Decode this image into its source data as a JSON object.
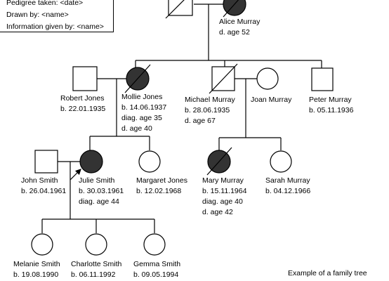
{
  "info_box": {
    "pedigree_taken": "Pedigree taken: <date>",
    "drawn_by": "Drawn by: <name>",
    "information_given_by": "Information given by: <name>"
  },
  "people": {
    "alice_murray": {
      "name": "Alice Murray",
      "lines": [
        "d. age 52"
      ]
    },
    "robert_jones": {
      "name": "Robert Jones",
      "lines": [
        "b. 22.01.1935"
      ]
    },
    "mollie_jones": {
      "name": "Mollie Jones",
      "lines": [
        "b. 14.06.1937",
        "diag. age 35",
        "d. age 40"
      ]
    },
    "michael_murray": {
      "name": "Michael Murray",
      "lines": [
        "b. 28.06.1935",
        "d. age 67"
      ]
    },
    "joan_murray": {
      "name": "Joan Murray",
      "lines": []
    },
    "peter_murray": {
      "name": "Peter Murray",
      "lines": [
        "b. 05.11.1936"
      ]
    },
    "john_smith": {
      "name": "John Smith",
      "lines": [
        "b. 26.04.1961"
      ]
    },
    "julie_smith": {
      "name": "Julie Smith",
      "lines": [
        "b. 30.03.1961",
        "diag. age 44"
      ]
    },
    "margaret_jones": {
      "name": "Margaret Jones",
      "lines": [
        "b. 12.02.1968"
      ]
    },
    "mary_murray": {
      "name": "Mary Murray",
      "lines": [
        "b. 15.11.1964",
        "diag. age 40",
        "d. age 42"
      ]
    },
    "sarah_murray": {
      "name": "Sarah Murray",
      "lines": [
        "b. 04.12.1966"
      ]
    },
    "melanie_smith": {
      "name": "Melanie Smith",
      "lines": [
        "b. 19.08.1990"
      ]
    },
    "charlotte_smith": {
      "name": "Charlotte Smith",
      "lines": [
        "b. 06.11.1992"
      ]
    },
    "gemma_smith": {
      "name": "Gemma Smith",
      "lines": [
        "b. 09.05.1994"
      ]
    }
  },
  "caption": "Example of a family tree"
}
